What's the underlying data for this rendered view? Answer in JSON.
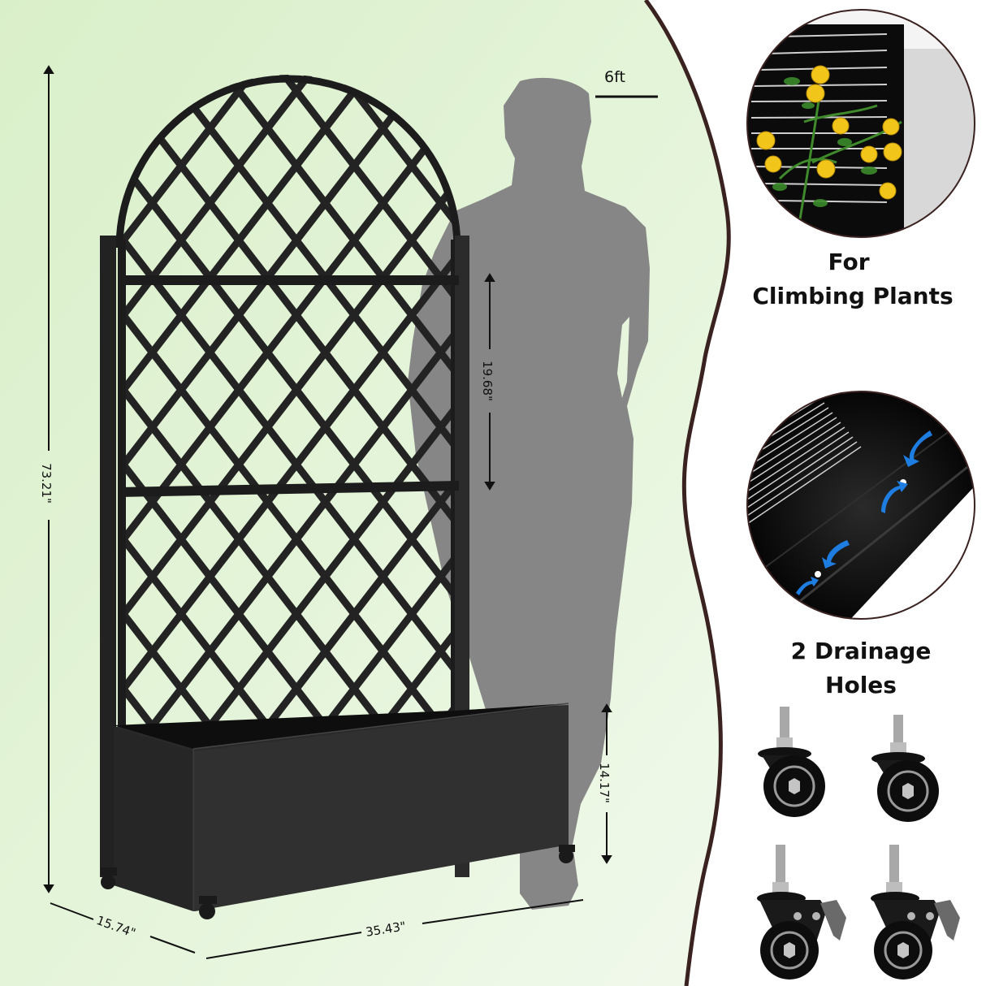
{
  "product": {
    "name": "Arched lattice trellis planter box with casters",
    "color": "#1c1c1c"
  },
  "dimensions": {
    "height_total": "73.21\"",
    "lattice_panel_height": "19.68\"",
    "planter_height": "14.17\"",
    "depth": "15.74\"",
    "width": "35.43\""
  },
  "reference": {
    "person_height_label": "6ft"
  },
  "features": [
    {
      "id": "climbing",
      "line1": "For",
      "line2": "Climbing Plants",
      "icon": "climbing-roses-photo"
    },
    {
      "id": "drainage",
      "line1": "2 Drainage",
      "line2": "Holes",
      "icon": "drainage-holes-photo"
    },
    {
      "id": "casters",
      "line1": "",
      "line2": "",
      "icon": "four-swivel-casters-photo"
    }
  ],
  "colors": {
    "left_bg_top": "#dff2d2",
    "left_bg_bottom": "#eef8e8",
    "divider": "#3a2220",
    "silhouette": "#868686",
    "metal": "#1e1e1e",
    "arrow_blue": "#1e7de0",
    "rose_yellow": "#f2c51a"
  }
}
